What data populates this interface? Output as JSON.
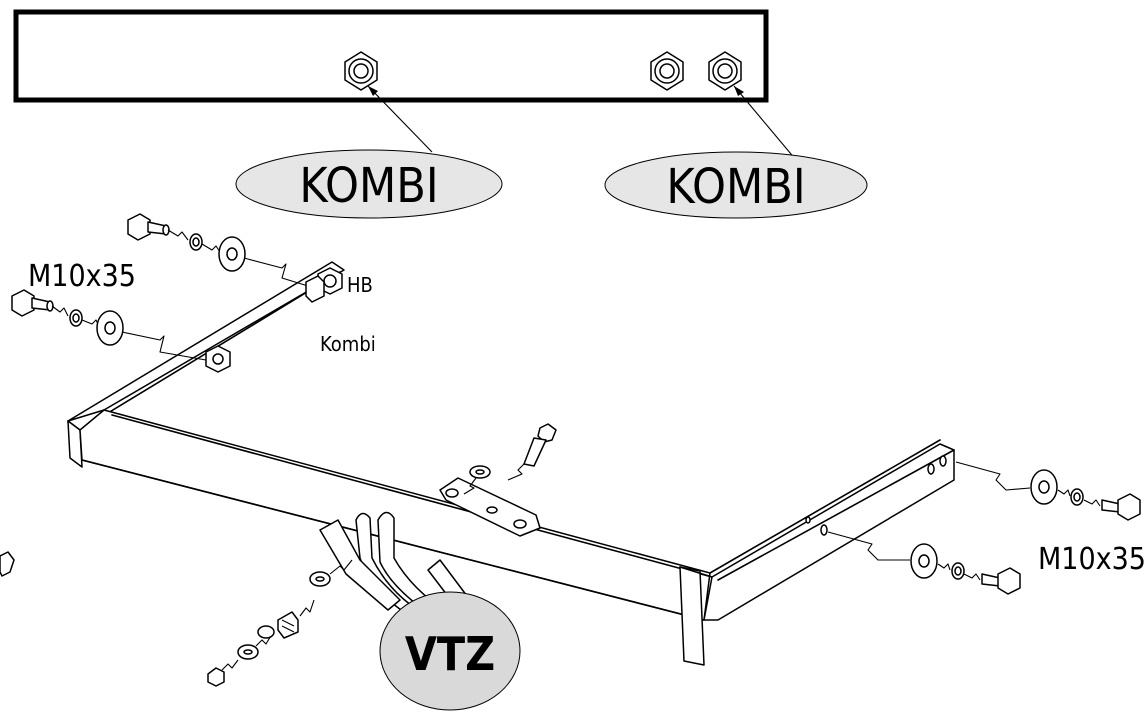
{
  "colors": {
    "line": "#000000",
    "background": "#ffffff",
    "callout_fill": "#e6e6e6",
    "callout_fill_dark": "#d4d4d4"
  },
  "labels": {
    "top_callout_left": "KOMBI",
    "top_callout_right": "KOMBI",
    "bolt_left": "M10x35",
    "bolt_right": "M10x35",
    "hb": "HB",
    "kombi_small": "Kombi",
    "vtz": "VTZ"
  }
}
